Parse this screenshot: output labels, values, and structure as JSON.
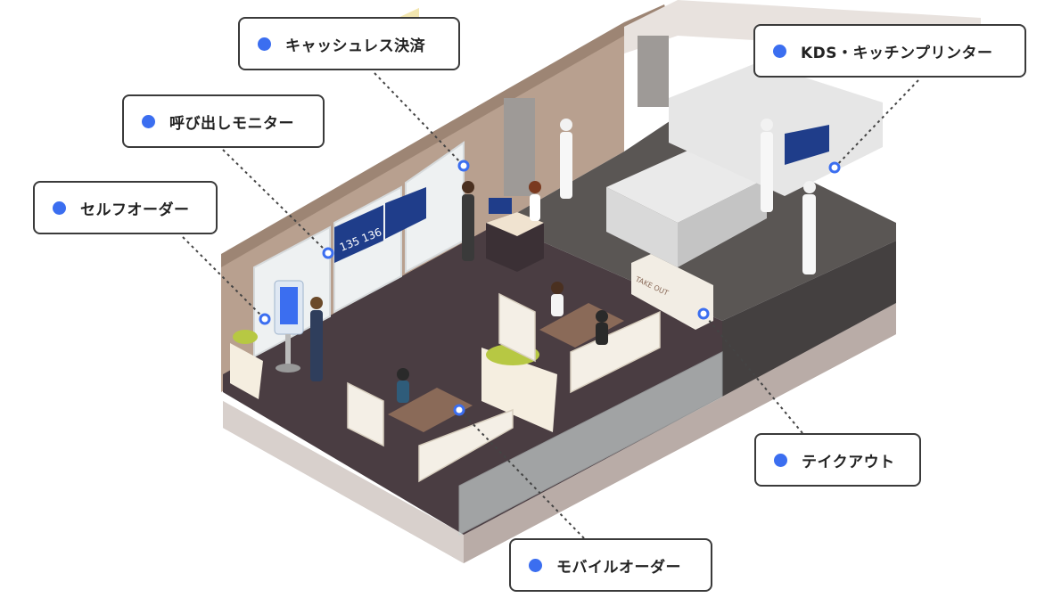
{
  "colors": {
    "accent": "#3b6ef0",
    "floor": "#4a3d42",
    "kitchen_floor": "#5a5654",
    "wall": "#b59c8a",
    "box_border": "#3a3a3a"
  },
  "labels": {
    "cashless": "キャッシュレス決済",
    "call_monitor": "呼び出しモニター",
    "self_order": "セルフオーダー",
    "kds": "KDS・キッチンプリンター",
    "takeout": "テイクアウト",
    "mobile_order": "モバイルオーダー"
  },
  "monitor_numbers": "135 136",
  "takeout_sign": "TAKE OUT"
}
